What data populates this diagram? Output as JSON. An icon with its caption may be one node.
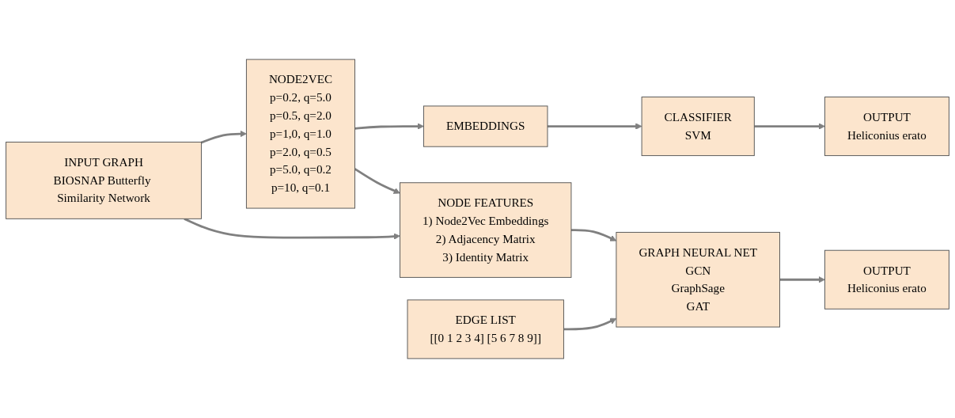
{
  "diagram": {
    "nodes": [
      {
        "text": [
          "INPUT GRAPH",
          "BIOSNAP Butterfly Similarity Network"
        ]
      },
      {
        "text": [
          "NODE2VEC",
          "p=0.2, q=5.0",
          "p=0.5, q=2.0",
          "p=1,0, q=1.0",
          "p=2.0, q=0.5",
          "p=5.0, q=0.2",
          "p=10, q=0.1"
        ]
      },
      {
        "text": [
          "EMBEDDINGS"
        ]
      },
      {
        "text": [
          "CLASSIFIER",
          "SVM"
        ]
      },
      {
        "text": [
          "OUTPUT",
          "Heliconius erato"
        ]
      },
      {
        "text": [
          "NODE FEATURES",
          "1) Node2Vec Embeddings",
          "2) Adjacency Matrix",
          "3) Identity Matrix"
        ]
      },
      {
        "text": [
          "EDGE LIST",
          "[[0 1 2 3 4] [5 6 7 8 9]]"
        ]
      },
      {
        "text": [
          "GRAPH NEURAL NET",
          "GCN",
          "GraphSage",
          "GAT"
        ]
      },
      {
        "text": [
          "OUTPUT",
          "Heliconius erato"
        ]
      }
    ],
    "edges": [
      {
        "from": 0,
        "to": 1,
        "arrow": "to"
      },
      {
        "from": 0,
        "to": 5,
        "arrow": "to"
      },
      {
        "from": 1,
        "to": 2,
        "arrow": "to"
      },
      {
        "from": 1,
        "to": 5,
        "arrow": "to"
      },
      {
        "from": 2,
        "to": 3,
        "arrow": "to"
      },
      {
        "from": 3,
        "to": 4,
        "arrow": "to"
      },
      {
        "from": 5,
        "to": 7,
        "arrow": "to"
      },
      {
        "from": 6,
        "to": 7,
        "arrow": "to"
      },
      {
        "from": 7,
        "to": 8,
        "arrow": "to"
      }
    ]
  }
}
